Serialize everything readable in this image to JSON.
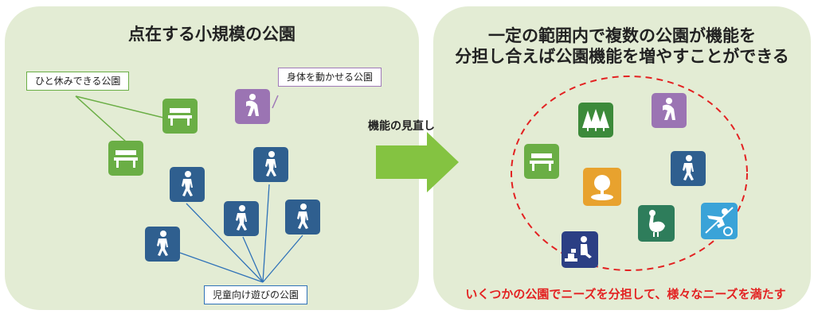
{
  "left": {
    "title": "点在する小規模の公園",
    "callouts": {
      "rest": "ひと休みできる公園",
      "body": "身体を動かせる公園",
      "kids": "児童向け遊びの公園"
    }
  },
  "arrow": {
    "label": "機能の見直し"
  },
  "right": {
    "title_line1": "一定の範囲内で複数の公園が機能を",
    "title_line2": "分担し合えば公園機能を増やすことができる",
    "caption": "いくつかの公園でニーズを分担して、様々なニーズを満たす"
  },
  "colors": {
    "panel_bg": "#e3ecd4",
    "bench_green": "#6aae45",
    "kids_blue": "#2f5f8f",
    "exercise_purple": "#9b74b3",
    "forest_green": "#3c8a3a",
    "square_orange": "#e8a22e",
    "bird_teal": "#2e7d5b",
    "soccer_cyan": "#3aa3d8",
    "sand_navy": "#2b3f84",
    "arrow_green": "#84c341",
    "dash_red": "#e32222"
  },
  "icons": [
    "bench-icon",
    "exercise-icon",
    "walking-child-icon",
    "forest-icon",
    "plaza-icon",
    "bird-icon",
    "soccer-icon",
    "sandbox-icon"
  ]
}
